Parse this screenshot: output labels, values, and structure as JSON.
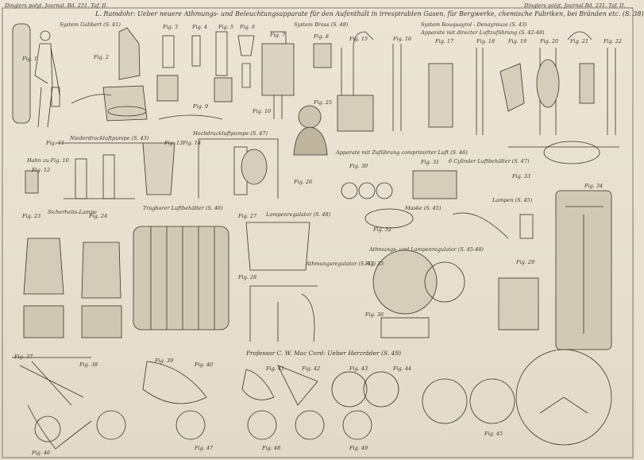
{
  "header": {
    "left": "Dinglers polyt. Journal. Bd. 231. Taf. II.",
    "title": "L. Ramdohr: Ueber neuere Athmungs- und Beleuchtungsapparate für den Aufenthalt in irrespirablen Gasen, für Bergwerke, chemische Fabriken, bei Bränden etc. (S. 38)",
    "right": "Dinglers polyt. Journal Bd. 231. Taf. II."
  },
  "captions": {
    "galibert": "System Galibert (S. 41)",
    "brass": "System Brass (S. 48)",
    "rouquayrol": "System Rouquayrol - Denayrouze (S. 43)",
    "rouq_sub": "Apparate mit directer Luftzuführung (S. 42-48)",
    "niederdruck": "Niederdruckluftpumpe (S. 43)",
    "hahn": "Hahn zu Fig. 10",
    "hochdruck": "Hochdruckluftpumpe (S. 47)",
    "sicherheit": "Sicherheits Lampe (S. 44)",
    "comprimirt": "Apparate mit Zuführung comprimirter Luft (S. 46)",
    "maske": "Maske (S. 45)",
    "cylinder": "6 Cylinder Luftbehälter (S. 47)",
    "tragbar": "Tragbarer Luftbehälter (S. 46)",
    "lampenregulator": "Lampenregulator (S. 48)",
    "schwimmer": "Sicherheits-Lampe",
    "athmungsregulator": "Athmungsregulator (S. 47)",
    "athmung_lampen": "Athmungs- und Lampenregulator (S. 45-48)",
    "lampen": "Lampen (S. 45)",
    "mac_cord": "Professor C. W. Mac Cord: Ueber Herzräder (S. 49)"
  },
  "figures": [
    "Fig. 1",
    "Fig. 2",
    "Fig. 3",
    "Fig. 4",
    "Fig. 5",
    "Fig. 6",
    "Fig. 7",
    "Fig. 8",
    "Fig. 9",
    "Fig. 10",
    "Fig. 11",
    "Fig. 12",
    "Fig. 13",
    "Fig. 14",
    "Fig. 15",
    "Fig. 16",
    "Fig. 17",
    "Fig. 18",
    "Fig. 19",
    "Fig. 20",
    "Fig. 21",
    "Fig. 22",
    "Fig. 23",
    "Fig. 24",
    "Fig. 25",
    "Fig. 26",
    "Fig. 27",
    "Fig. 28",
    "Fig. 29",
    "Fig. 30",
    "Fig. 31",
    "Fig. 32",
    "Fig. 33",
    "Fig. 34",
    "Fig. 35",
    "Fig. 36",
    "Fig. 37",
    "Fig. 38",
    "Fig. 39",
    "Fig. 40",
    "Fig. 41",
    "Fig. 42",
    "Fig. 43",
    "Fig. 44",
    "Fig. 45",
    "Fig. 46",
    "Fig. 47",
    "Fig. 48",
    "Fig. 49"
  ],
  "colors": {
    "paper": "#e9e2d2",
    "ink": "#2a2620"
  }
}
